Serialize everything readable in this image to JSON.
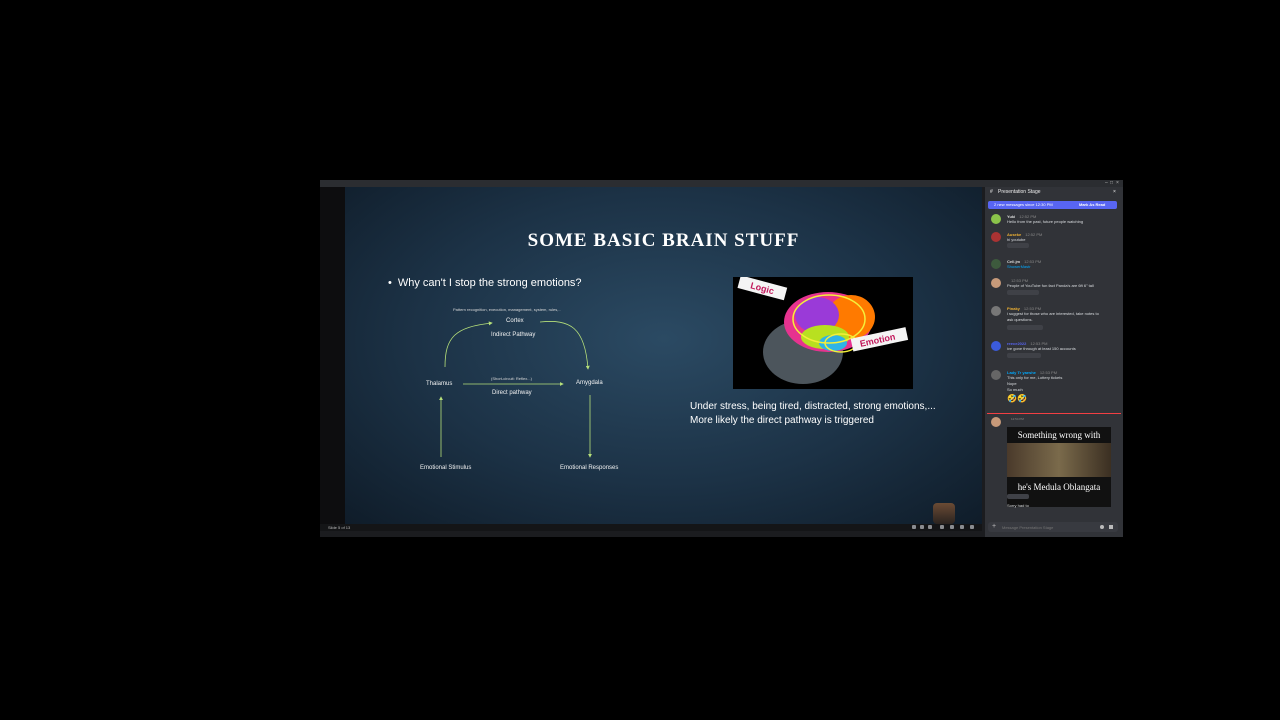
{
  "slide": {
    "title": "SOME BASIC BRAIN STUFF",
    "bullet": "Why can't I stop the strong emotions?",
    "diagram": {
      "cortex_note": "Pattern recognition, execution, management, system, rules,..",
      "cortex": "Cortex",
      "indirect": "Indirect Pathway",
      "thalamus": "Thalamus",
      "short_circuit": "(Short-circuit: Reflex...)",
      "direct": "Direct pathway",
      "amygdala": "Amygdala",
      "stimulus": "Emotional Stimulus",
      "responses": "Emotional Responses"
    },
    "brain_labels": {
      "logic": "Logic",
      "emotion": "Emotion"
    },
    "caption_line1": "Under stress, being tired, distracted, strong emotions,...",
    "caption_line2": "More likely the direct pathway is triggered"
  },
  "controlbar": {
    "page_indicator": "Slide 5 of 13"
  },
  "chat": {
    "header": "Presentation Stage",
    "banner_text": "2 new messages since 12:30 PM",
    "banner_action": "Mark As Read",
    "composer_placeholder": "Message Presentation Stage",
    "messages": [
      {
        "user": "Yuki",
        "time": "12:52 PM",
        "text": "Hello from the past, future people watching",
        "color": "#dbdee1"
      },
      {
        "user": "Auseke",
        "time": "12:52 PM",
        "text": "hi youtube",
        "color": "#f0b232"
      },
      {
        "user": "Cell.jm",
        "time": "12:53 PM",
        "text": "ShowerMastr",
        "color": "#dbdee1"
      },
      {
        "user": "",
        "time": "12:53 PM",
        "text": "People of YouTube fun fact Panda's are 6ft 6\" tall",
        "color": "#dbdee1"
      },
      {
        "user": "Pinaky",
        "time": "12:53 PM",
        "text": "i suggest for those who are interested, take notes to",
        "text2": "ask questions.",
        "color": "#f0b232"
      },
      {
        "user": "reece2022",
        "time": "12:53 PM",
        "text": "ive gone through at least 150 accounts",
        "color": "#5865f2"
      },
      {
        "user": "Lady Tr yaeshe",
        "time": "12:53 PM",
        "text": "This only for me, Lottery tickets",
        "text2": "Nope",
        "text3": "So much",
        "color": "#00a8fc"
      },
      {
        "user": "",
        "time": "12:54 PM",
        "meme_top": "Something wrong with",
        "meme_bottom": "he's Medula Oblangata",
        "text": "Sorry had to",
        "color": "#dbdee1"
      }
    ]
  }
}
